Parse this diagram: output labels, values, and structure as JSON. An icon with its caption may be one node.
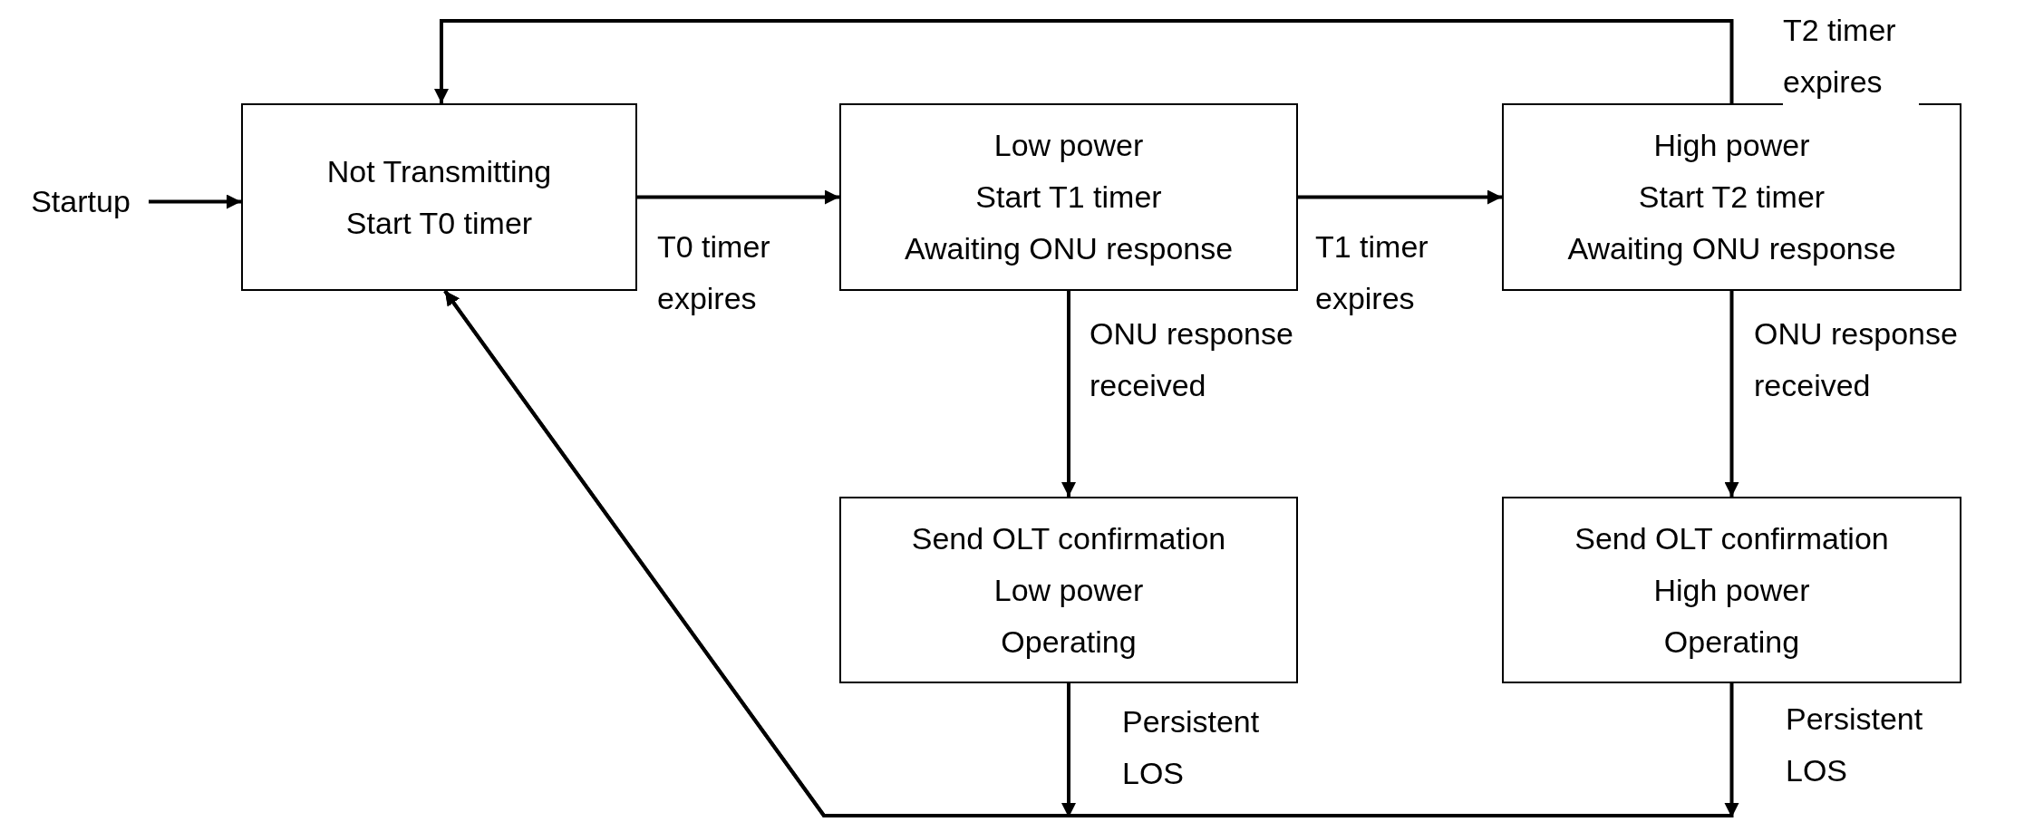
{
  "diagram": {
    "nodes": [
      {
        "text": [
          "Startup"
        ]
      },
      {
        "text": [
          "Not Transmitting",
          "Start T0 timer"
        ]
      },
      {
        "text": [
          "Low power",
          "Start T1 timer",
          "Awaiting ONU response"
        ]
      },
      {
        "text": [
          "High power",
          "Start T2 timer",
          "Awaiting ONU response"
        ]
      },
      {
        "text": [
          "Send OLT confirmation",
          "Low power",
          "Operating"
        ]
      },
      {
        "text": [
          "Send OLT confirmation",
          "High power",
          "Operating"
        ]
      }
    ],
    "edges": [
      {
        "from": 0,
        "to": 1,
        "arrow": "to"
      },
      {
        "from": 1,
        "to": 2,
        "arrow": "to",
        "label": "T0 timer expires"
      },
      {
        "from": 2,
        "to": 3,
        "arrow": "to",
        "label": "T1 timer expires"
      },
      {
        "from": 3,
        "to": 1,
        "arrow": "to",
        "label": "T2 timer expires"
      },
      {
        "from": 2,
        "to": 4,
        "arrow": "to",
        "label": "ONU response received"
      },
      {
        "from": 3,
        "to": 5,
        "arrow": "to",
        "label": "ONU response received"
      },
      {
        "from": 4,
        "to": 1,
        "arrow": "to",
        "label": "Persistent LOS"
      },
      {
        "from": 5,
        "to": 1,
        "arrow": "to",
        "label": "Persistent LOS"
      }
    ]
  }
}
